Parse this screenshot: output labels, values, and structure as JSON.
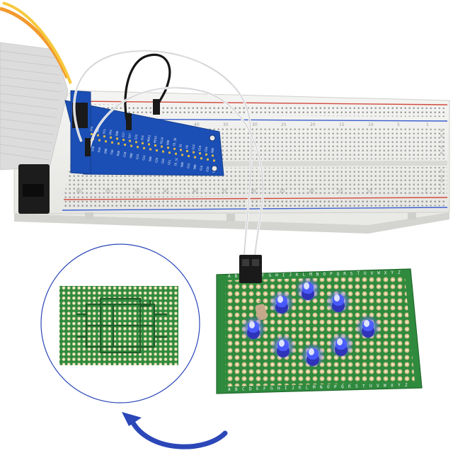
{
  "breadboard": {
    "column_numbers": [
      "1",
      "5",
      "10",
      "15",
      "20",
      "25",
      "30",
      "35",
      "40",
      "45",
      "50",
      "55",
      "60"
    ],
    "row_letters_top": [
      "a",
      "b",
      "c",
      "d",
      "e"
    ],
    "row_letters_bottom": [
      "f",
      "g",
      "h",
      "i",
      "j"
    ]
  },
  "gpio_adapter": {
    "pin_labels_top": [
      "3V3",
      "SDA",
      "SCL",
      "GP4",
      "GND",
      "G17",
      "G27",
      "G22",
      "3V3",
      "MOSI",
      "MISO",
      "SCLK",
      "GND",
      "ID_SD",
      "G5",
      "G6",
      "G13",
      "G19",
      "G26",
      "GND"
    ],
    "pin_labels_bottom": [
      "5V0",
      "5V0",
      "GND",
      "TXD",
      "RXD",
      "G18",
      "GND",
      "G23",
      "G24",
      "GND",
      "G25",
      "CE0",
      "CE1",
      "ID_SC",
      "GND",
      "G12",
      "GND",
      "G16",
      "G20",
      "G21"
    ]
  },
  "pcb": {
    "edge_letters": [
      "A",
      "B",
      "C",
      "D",
      "E",
      "F",
      "G",
      "H",
      "I",
      "J",
      "K",
      "L",
      "M",
      "N",
      "O",
      "P",
      "Q",
      "R",
      "S",
      "T",
      "U",
      "V",
      "W",
      "X",
      "Y",
      "Z"
    ],
    "led_color": "#4a5cff",
    "board_color": "#2f8a3e"
  },
  "colors": {
    "arrow": "#2b47b8",
    "callout_circle": "#2b47b8",
    "adapter_board": "#1b4fb5",
    "ribbon_cable": "#d9d9d9"
  }
}
